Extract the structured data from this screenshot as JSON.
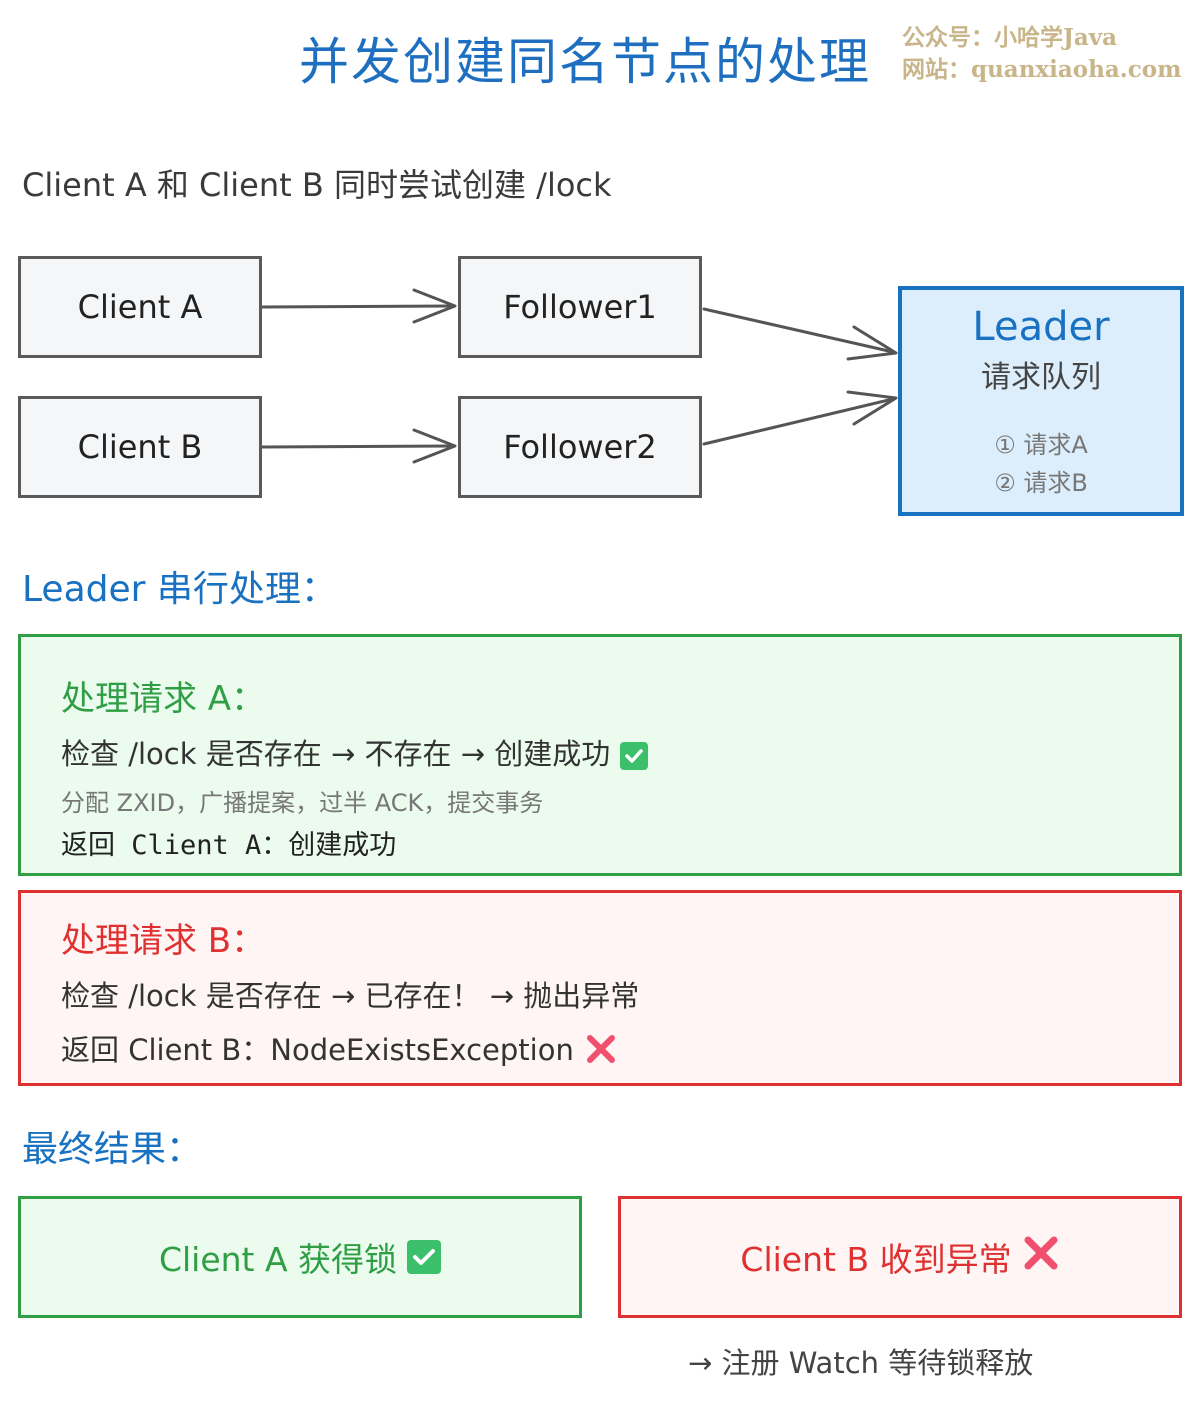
{
  "title": "并发创建同名节点的处理",
  "watermark": {
    "line1": "公众号：小哈学Java",
    "line2": "网站：quanxiaoha.com"
  },
  "subtitle": "Client A 和 Client B 同时尝试创建 /lock",
  "nodes": {
    "client_a": "Client A",
    "client_b": "Client B",
    "follower1": "Follower1",
    "follower2": "Follower2"
  },
  "leader": {
    "title": "Leader",
    "subtitle": "请求队列",
    "queue": [
      "① 请求A",
      "② 请求B"
    ]
  },
  "serial_heading": "Leader 串行处理：",
  "request_a": {
    "heading": "处理请求 A：",
    "line1": "检查 /lock 是否存在 → 不存在 → 创建成功",
    "line2": "分配 ZXID，广播提案，过半 ACK，提交事务",
    "line3": "返回 Client A：创建成功"
  },
  "request_b": {
    "heading": "处理请求 B：",
    "line1": "检查 /lock 是否存在 → 已存在！ → 抛出异常",
    "line2": "返回 Client B：NodeExistsException"
  },
  "final_heading": "最终结果：",
  "results": {
    "a": "Client A 获得锁",
    "b": "Client B 收到异常"
  },
  "footnote": "→ 注册 Watch 等待锁释放",
  "colors": {
    "blue": "#1971c2",
    "green": "#2f9e44",
    "red": "#e03131",
    "check": "#3bbf6b",
    "watermark": "#c8b58a"
  }
}
